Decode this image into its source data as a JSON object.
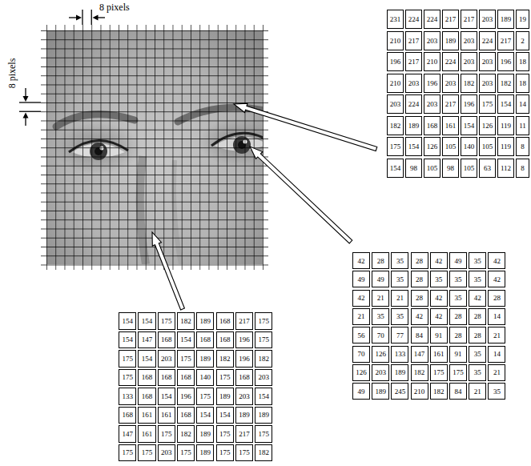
{
  "diagram": {
    "labels": [
      "8 pixels",
      "8 pixels",
      "231",
      "224",
      "224",
      "217",
      "217",
      "203",
      "189",
      "19",
      "210",
      "217",
      "203",
      "189",
      "203",
      "224",
      "217",
      "2",
      "196",
      "217",
      "210",
      "224",
      "203",
      "203",
      "196",
      "18",
      "210",
      "203",
      "196",
      "203",
      "182",
      "203",
      "182",
      "18",
      "203",
      "224",
      "203",
      "217",
      "196",
      "175",
      "154",
      "14",
      "182",
      "189",
      "168",
      "161",
      "154",
      "126",
      "119",
      "11",
      "175",
      "154",
      "126",
      "105",
      "140",
      "105",
      "119",
      "8",
      "154",
      "98",
      "105",
      "98",
      "105",
      "63",
      "112",
      "8",
      "42",
      "28",
      "35",
      "28",
      "42",
      "49",
      "35",
      "42",
      "49",
      "49",
      "35",
      "28",
      "35",
      "35",
      "35",
      "42",
      "42",
      "21",
      "21",
      "28",
      "42",
      "35",
      "42",
      "28",
      "21",
      "35",
      "35",
      "42",
      "42",
      "28",
      "28",
      "14",
      "56",
      "70",
      "77",
      "84",
      "91",
      "28",
      "28",
      "21",
      "70",
      "126",
      "133",
      "147",
      "161",
      "91",
      "35",
      "14",
      "126",
      "203",
      "189",
      "182",
      "175",
      "175",
      "35",
      "21",
      "49",
      "189",
      "245",
      "210",
      "182",
      "84",
      "21",
      "35",
      "154",
      "154",
      "175",
      "182",
      "189",
      "168",
      "217",
      "175",
      "154",
      "147",
      "168",
      "154",
      "168",
      "168",
      "196",
      "175",
      "175",
      "154",
      "203",
      "175",
      "189",
      "182",
      "196",
      "182",
      "175",
      "168",
      "168",
      "168",
      "140",
      "175",
      "168",
      "203",
      "133",
      "168",
      "154",
      "196",
      "175",
      "189",
      "203",
      "154",
      "168",
      "161",
      "161",
      "168",
      "154",
      "154",
      "189",
      "189",
      "147",
      "161",
      "175",
      "182",
      "189",
      "175",
      "217",
      "175",
      "175",
      "175",
      "203",
      "175",
      "189",
      "175",
      "175",
      "182"
    ]
  }
}
